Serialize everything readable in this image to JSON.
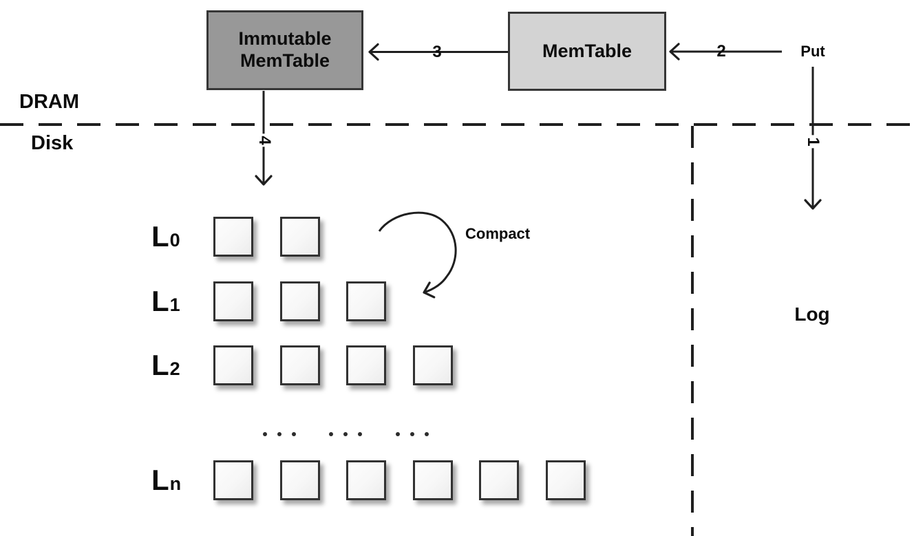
{
  "diagram": {
    "regions": {
      "memory": "DRAM",
      "disk": "Disk"
    },
    "boxes": {
      "immutable_memtable": "Immutable MemTable",
      "memtable": "MemTable",
      "log": "Log"
    },
    "operation": {
      "put": "Put"
    },
    "compact": {
      "label": "Compact"
    },
    "arrow_labels": {
      "put_to_log": "1",
      "put_to_memtable": "2",
      "memtable_to_immutable": "3",
      "flush_to_disk": "4"
    },
    "levels": [
      {
        "label": "L",
        "subscript": "0",
        "sstable_count": 2
      },
      {
        "label": "L",
        "subscript": "1",
        "sstable_count": 3
      },
      {
        "label": "L",
        "subscript": "2",
        "sstable_count": 4
      },
      {
        "label": "L",
        "subscript": "n",
        "sstable_count": 6
      }
    ],
    "ellipsis": {
      "groups": 3,
      "dots_per_group": 3
    },
    "colors": {
      "immutable_fill": "#989898",
      "memtable_fill": "#d3d3d3",
      "sstable_fill": "#f7f7f7",
      "line_color": "#1f1f1f",
      "page_bg": "#ffffff"
    }
  }
}
